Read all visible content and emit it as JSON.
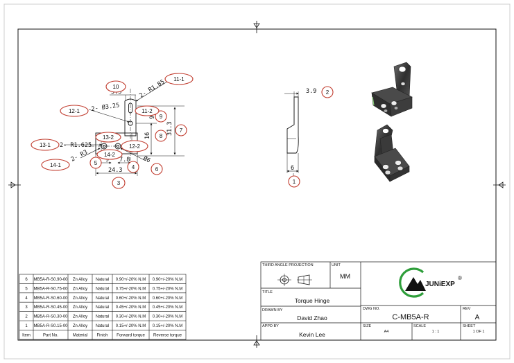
{
  "callouts": {
    "c1": "1",
    "c2": "2",
    "c3": "3",
    "c4": "4",
    "c5": "5",
    "c6": "6",
    "c7": "7",
    "c8": "8",
    "c9": "9",
    "c10": "10",
    "c11_1": "11-1",
    "c11_2": "11-2",
    "c12_1": "12-1",
    "c12_2": "12-2",
    "c13_1": "13-1",
    "c13_2": "13-2",
    "c14_1": "14-1",
    "c14_2": "14-2"
  },
  "dimensions": {
    "d_3_3": "3.3",
    "d_r085": "2- R1.85",
    "d_phi325": "2- Ø3.25",
    "d_31_3": "31.3",
    "d_16": "16",
    "d_9_side": "9",
    "d_r1625": "2- R1.625",
    "d_r3": "2- R3",
    "d_9": "9",
    "d_7_8": "7.8",
    "d_phi6": "Ø6",
    "d_24_3": "24.3",
    "d_3_9": "3.9",
    "d_6": "6"
  },
  "title_block": {
    "projection_label": "THIRD ANGLE PROJECTION",
    "unit_label": "UNIT",
    "unit_value": "MM",
    "title_label": "TITLE",
    "title_value": "Torque Hinge",
    "drawn_label": "DRAWN BY",
    "drawn_value": "David Zhao",
    "appd_label": "APPD BY",
    "appd_value": "Kevin Lee",
    "dwg_label": "DWG NO.",
    "dwg_value": "C-MB5A-R",
    "rev_label": "REV",
    "rev_value": "A",
    "size_label": "SIZE",
    "size_value": "A4",
    "scale_label": "SCALE",
    "scale_value": "1 : 1",
    "sheet_label": "SHEET",
    "sheet_value": "1 OF 1",
    "logo_text": "JUNiEXP",
    "logo_mark": "®"
  },
  "bom": {
    "headers": [
      "Item",
      "Part No.",
      "Material",
      "Finish",
      "Forward torque",
      "Reverse torque"
    ],
    "rows": [
      [
        "6",
        "MB5A-R-S0.90-00",
        "Zn Alloy",
        "Natural",
        "0.90+/-20% N.M",
        "0.90+/-20% N.M"
      ],
      [
        "5",
        "MB5A-R-S0.75-00",
        "Zn Alloy",
        "Natural",
        "0.75+/-20% N.M",
        "0.75+/-20% N.M"
      ],
      [
        "4",
        "MB5A-R-S0.60-00",
        "Zn Alloy",
        "Natural",
        "0.60+/-20% N.M",
        "0.60+/-20% N.M"
      ],
      [
        "3",
        "MB5A-R-S0.45-00",
        "Zn Alloy",
        "Natural",
        "0.45+/-20% N.M",
        "0.45+/-20% N.M"
      ],
      [
        "2",
        "MB5A-R-S0.30-00",
        "Zn Alloy",
        "Natural",
        "0.30+/-20% N.M",
        "0.30+/-20% N.M"
      ],
      [
        "1",
        "MB5A-R-S0.15-00",
        "Zn Alloy",
        "Natural",
        "0.15+/-20% N.M",
        "0.15+/-20% N.M"
      ]
    ]
  },
  "colors": {
    "callout_ring": "#c0392b",
    "logo_green": "#2e9e3a",
    "line": "#111111",
    "part_dark": "#3a3a3a"
  }
}
